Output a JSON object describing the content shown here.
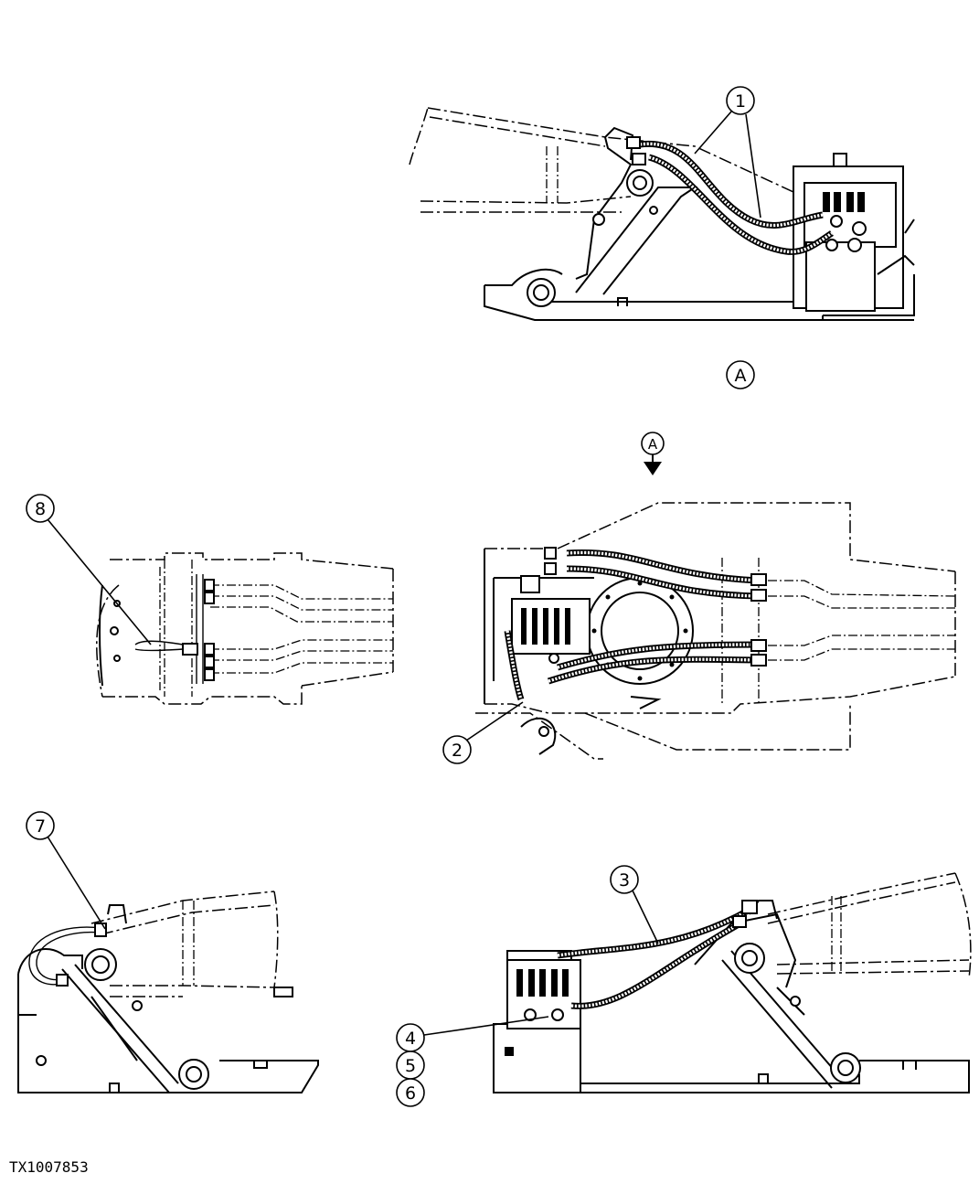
{
  "diagram": {
    "callouts": {
      "c1": "1",
      "c2": "2",
      "c3": "3",
      "c4": "4",
      "c5": "5",
      "c6": "6",
      "c7": "7",
      "c8": "8"
    },
    "view_labels": {
      "view_a_bottom": "A",
      "view_a_arrow": "A"
    },
    "figure_code": "TX1007853"
  }
}
